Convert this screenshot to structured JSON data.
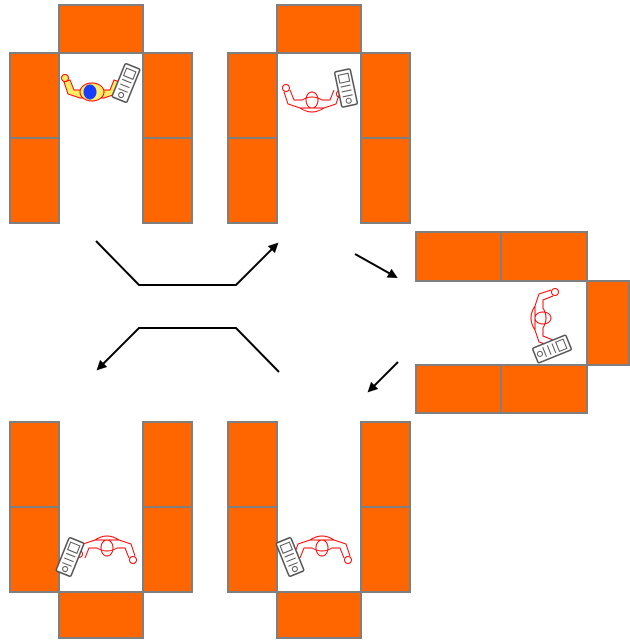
{
  "colors": {
    "block_fill": "#ff6600",
    "block_stroke": "#7f7f7f",
    "arrow": "#000000",
    "figure_outline": "#ff0000",
    "highlighted_figure_fill": "#ffee66",
    "highlighted_head": "#1a3cff",
    "device": "#555555"
  },
  "diagram": {
    "description_visible_text": "",
    "steps": [
      {
        "id": "top-left",
        "highlighted": true
      },
      {
        "id": "top-right",
        "highlighted": false
      },
      {
        "id": "middle-right",
        "highlighted": false
      },
      {
        "id": "bottom-right",
        "highlighted": false
      },
      {
        "id": "bottom-left",
        "highlighted": false
      }
    ]
  }
}
